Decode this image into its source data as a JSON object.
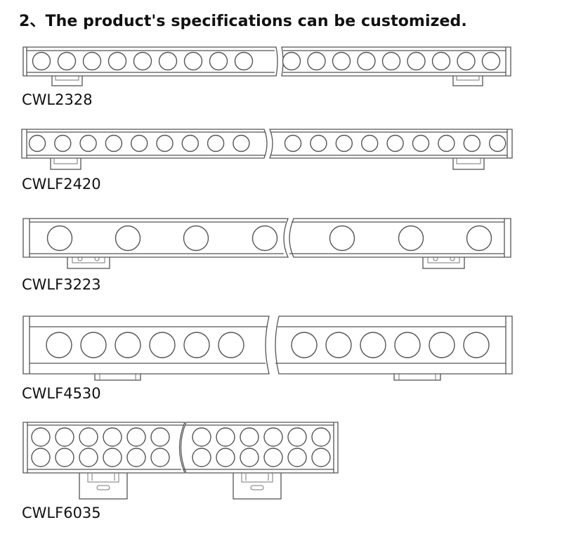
{
  "heading": "2、The product's specifications can be customized.",
  "models": [
    {
      "name": "CWL2328"
    },
    {
      "name": "CWLF2420"
    },
    {
      "name": "CWLF3223"
    },
    {
      "name": "CWLF4530"
    },
    {
      "name": "CWLF6035"
    }
  ]
}
